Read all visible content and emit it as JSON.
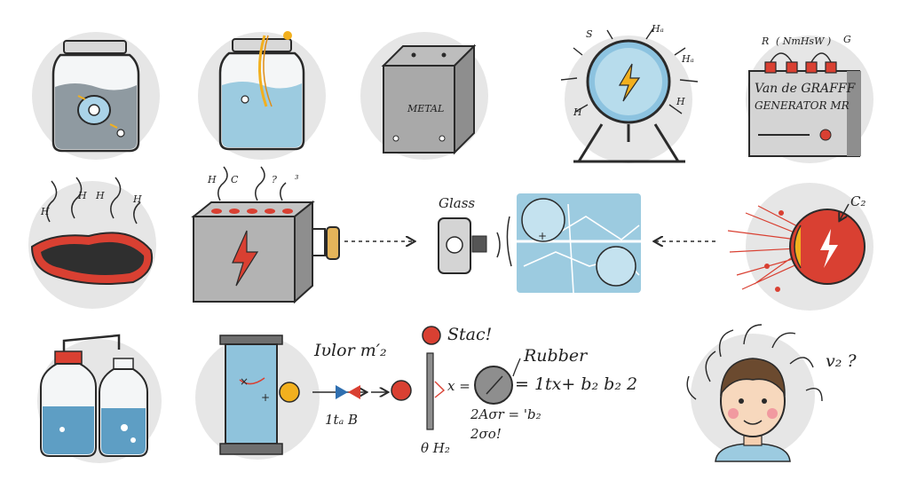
{
  "row1": {
    "metal_block_label": "METAL",
    "sphere_labels": [
      "S",
      "Hₐ",
      "H",
      "H",
      "Hₐ"
    ],
    "vdg_top_labels": [
      "R",
      "( NmHsW )",
      "G"
    ],
    "vdg_title_line1": "Van de GRAFFF",
    "vdg_title_line2": "GENERATOR MR"
  },
  "row2": {
    "left_h_labels": [
      "H",
      "H",
      "H",
      "H"
    ],
    "box_top_labels": [
      "H",
      "C",
      "?",
      "₃"
    ],
    "glass_label": "Glass",
    "eye_label": "C₂"
  },
  "row3": {
    "formula_top": "Iυlor m′₂",
    "formula_bottom": "1tₐ B",
    "static_label": "Stac!",
    "rubber_label": "Rubber",
    "eq_x": "x =",
    "eq_right": "= 1tx+ b₂ b₂ 2",
    "eq_line2": "2Aσr = 'b₂",
    "eq_line3": "2σo!",
    "rod_sub": "θ H₂",
    "face_label": "v₂ ?"
  },
  "colors": {
    "circle_bg": "#e6e6e6",
    "water": "#9ccbe0",
    "metal": "#a9a9a9",
    "red": "#d94032",
    "yellow": "#f2b01e",
    "ink": "#2a2a2a"
  }
}
